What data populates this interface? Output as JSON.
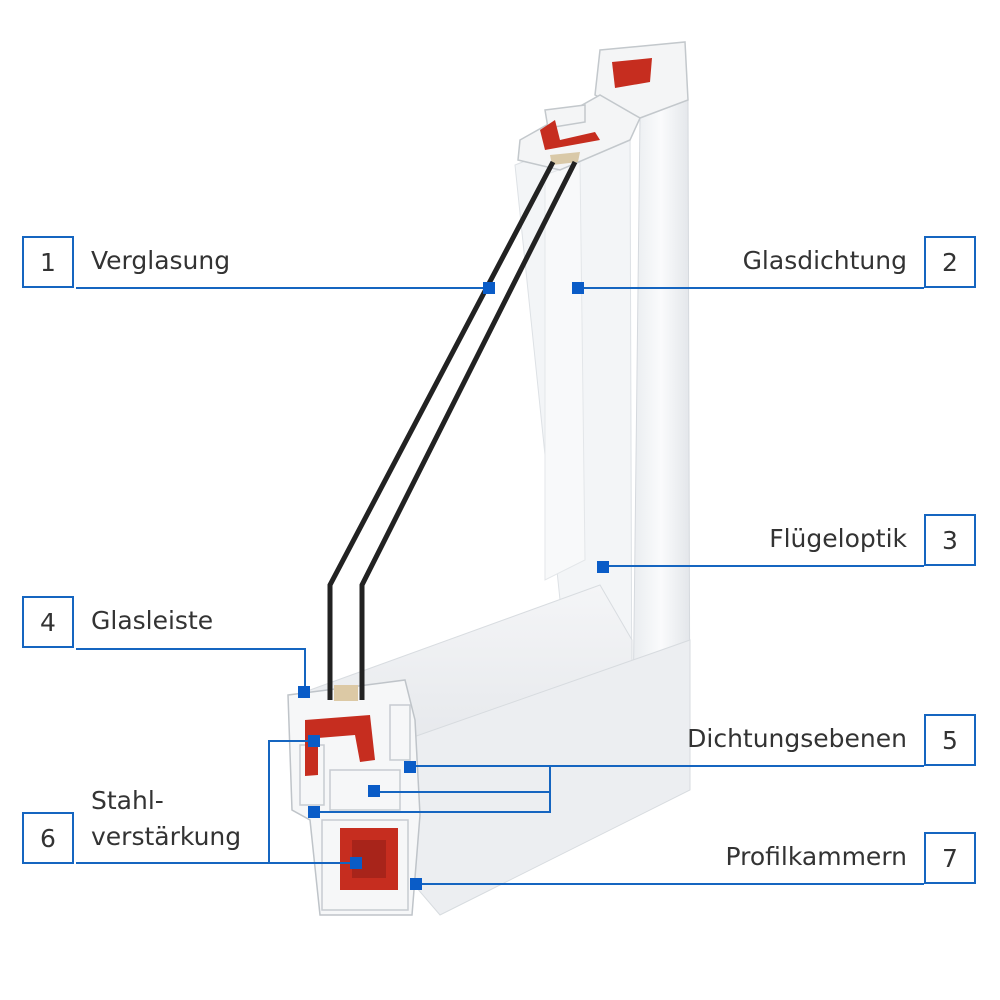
{
  "accent_color": "#1565c0",
  "profile_color": "#c62d1f",
  "callouts": [
    {
      "number": "1",
      "label": "Verglasung"
    },
    {
      "number": "2",
      "label": "Glasdichtung"
    },
    {
      "number": "3",
      "label": "Flügeloptik"
    },
    {
      "number": "4",
      "label": "Glasleiste"
    },
    {
      "number": "5",
      "label": "Dichtungsebenen"
    },
    {
      "number": "6",
      "label_line1": "Stahl-",
      "label_line2": "verstärkung"
    },
    {
      "number": "7",
      "label": "Profilkammern"
    }
  ]
}
